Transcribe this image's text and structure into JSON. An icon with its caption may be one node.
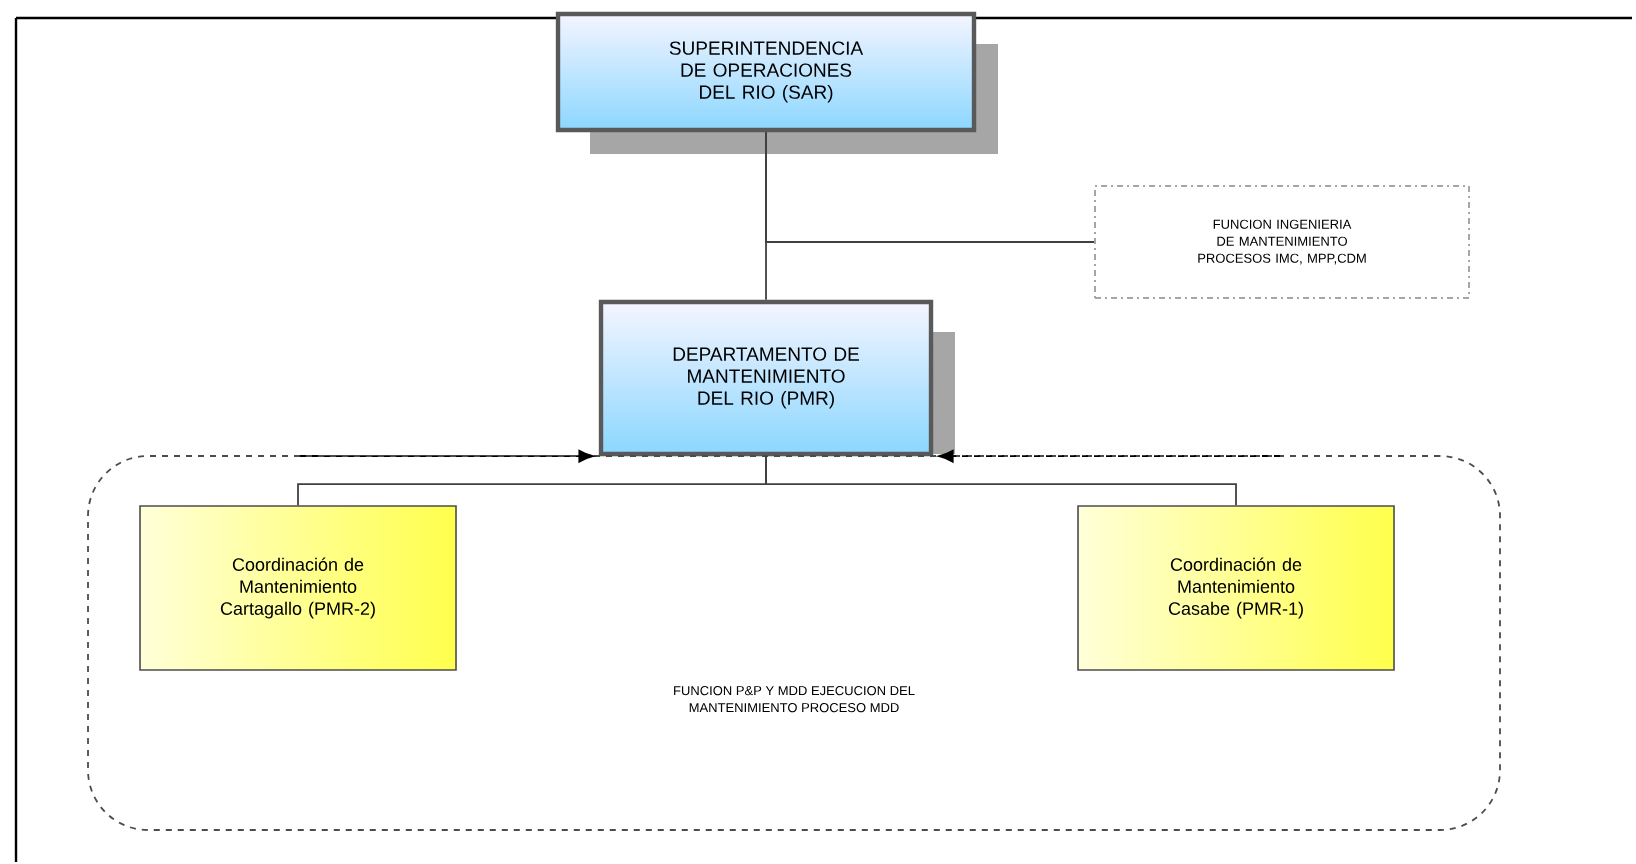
{
  "diagram": {
    "nodes": [
      {
        "text": [
          "SUPERINTENDENCIA DE OPERACIONES DEL RIO (SAR)"
        ]
      },
      {
        "text": [
          "FUNCION INGENIERIA DE MANTENIMIENTO PROCESOS IMC, MPP,CDM"
        ]
      },
      {
        "text": [
          "DEPARTAMENTO DE MANTENIMIENTO DEL RIO (PMR)"
        ]
      },
      {
        "text": [
          "FUNCION P&P Y MDD EJECUCION DEL MANTENIMIENTO PROCESO MDD"
        ]
      },
      {
        "text": [
          "Coordinación de Mantenimiento Cartagallo (PMR-2)"
        ],
        "in": 3
      },
      {
        "text": [
          "Coordinación de Mantenimiento Casabe (PMR-1)"
        ],
        "in": 3
      }
    ],
    "edges": [
      {
        "from": 0,
        "to": 2,
        "arrow": "none"
      },
      {
        "from": 0,
        "to": 1,
        "arrow": "none"
      },
      {
        "from": 2,
        "to": 4,
        "arrow": "none"
      },
      {
        "from": 2,
        "to": 5,
        "arrow": "none"
      },
      {
        "from": 3,
        "to": 2,
        "arrow": "to",
        "style": "dashed"
      },
      {
        "from": 3,
        "to": 2,
        "arrow": "to",
        "style": "dashed"
      }
    ]
  }
}
